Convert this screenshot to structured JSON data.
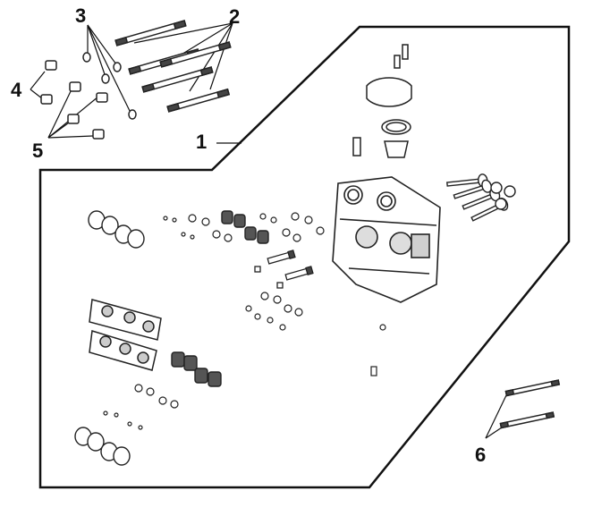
{
  "callouts": [
    {
      "label": "1",
      "part": "cylinder-head-assembly"
    },
    {
      "label": "2",
      "part": "stud-bolts"
    },
    {
      "label": "3",
      "part": "washers"
    },
    {
      "label": "4",
      "part": "cap-nut"
    },
    {
      "label": "5",
      "part": "nuts"
    },
    {
      "label": "6",
      "part": "long-studs"
    }
  ],
  "colors": {
    "line": "#111111",
    "part_outline": "#222222",
    "part_fill": "#ffffff",
    "shade": "#cfcfcf"
  }
}
